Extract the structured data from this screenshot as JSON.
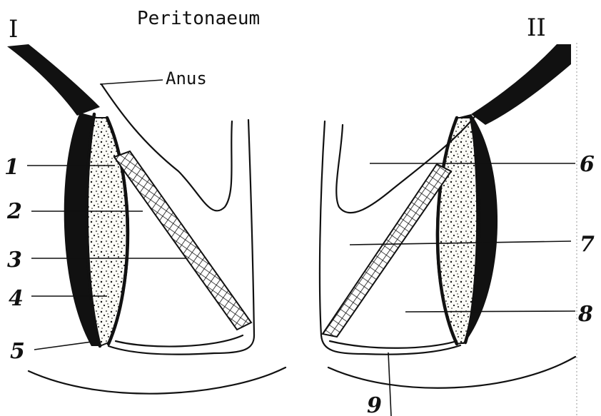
{
  "title": "Peritonaeum",
  "anus_label": "Anus",
  "panel_left": {
    "roman": "I"
  },
  "panel_right": {
    "roman": "II"
  },
  "numbers": [
    "1",
    "2",
    "3",
    "4",
    "5",
    "6",
    "7",
    "8",
    "9"
  ],
  "colors": {
    "ink": "#111111",
    "paper": "#ffffff"
  }
}
